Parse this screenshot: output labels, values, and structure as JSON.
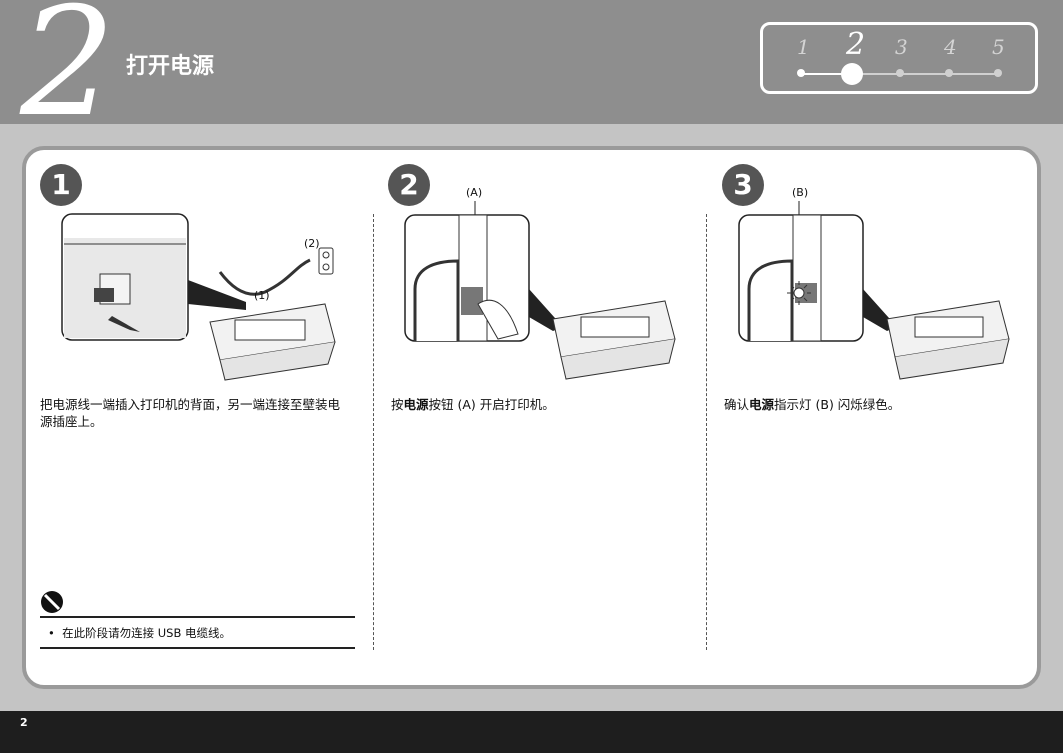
{
  "header": {
    "step_number": "2",
    "title": "打开电源"
  },
  "progress": {
    "steps": [
      "1",
      "2",
      "3",
      "4",
      "5"
    ],
    "current": 2
  },
  "steps": [
    {
      "number": "1",
      "labels": [
        "(2)",
        "(1)"
      ],
      "text": "把电源线一端插入打印机的背面，另一端连接至壁装电源插座上。"
    },
    {
      "number": "2",
      "labels": [
        "(A)"
      ],
      "text_pre": "按",
      "text_bold": "电源",
      "text_post": "按钮 (A) 开启打印机。"
    },
    {
      "number": "3",
      "labels": [
        "(B)"
      ],
      "text_pre": "确认",
      "text_bold": "电源",
      "text_post": "指示灯 (B) 闪烁绿色。"
    }
  ],
  "caution": {
    "bullet": "•",
    "text": "在此阶段请勿连接 USB 电缆线。"
  },
  "footer": {
    "page_number": "2"
  }
}
